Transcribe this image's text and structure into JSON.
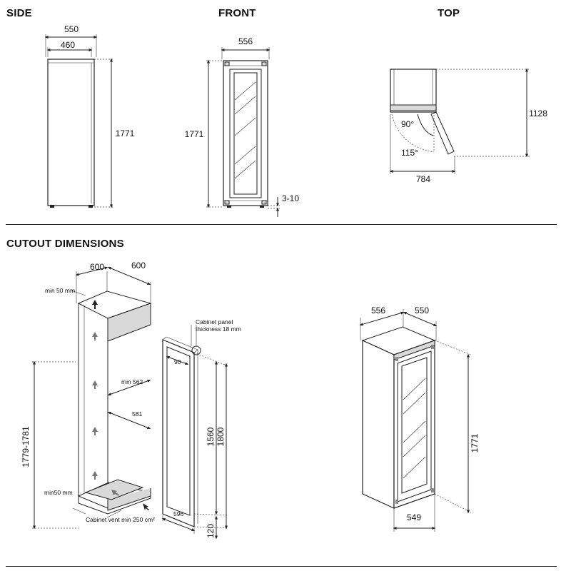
{
  "headings": {
    "side": "SIDE",
    "front": "FRONT",
    "top": "TOP",
    "cutout": "CUTOUT DIMENSIONS"
  },
  "side": {
    "depth": "550",
    "inner_depth": "460",
    "height": "1771"
  },
  "front": {
    "width": "556",
    "height": "1771",
    "feet": "3-10"
  },
  "top": {
    "depth": "1128",
    "angle_open": "90°",
    "angle_max": "115°",
    "open_depth": "784"
  },
  "cutout": {
    "width": "600",
    "depth": "600",
    "min_top": "min 50 mm",
    "panel_note_line1": "Cabinet panel",
    "panel_note_line2": "thickness 18 mm",
    "panel_top": "90",
    "min_width": "min 562",
    "inner_depth": "581",
    "niche_height": "1779-1781",
    "panel_height": "1560",
    "panel_total": "1800",
    "min_bottom": "min50 mm",
    "vent_label": "Cabinet vent min  250 cm²",
    "panel_width": "596",
    "plinth": "120"
  },
  "appliance_iso": {
    "width": "556",
    "depth": "550",
    "height": "1771",
    "base_width": "549"
  }
}
